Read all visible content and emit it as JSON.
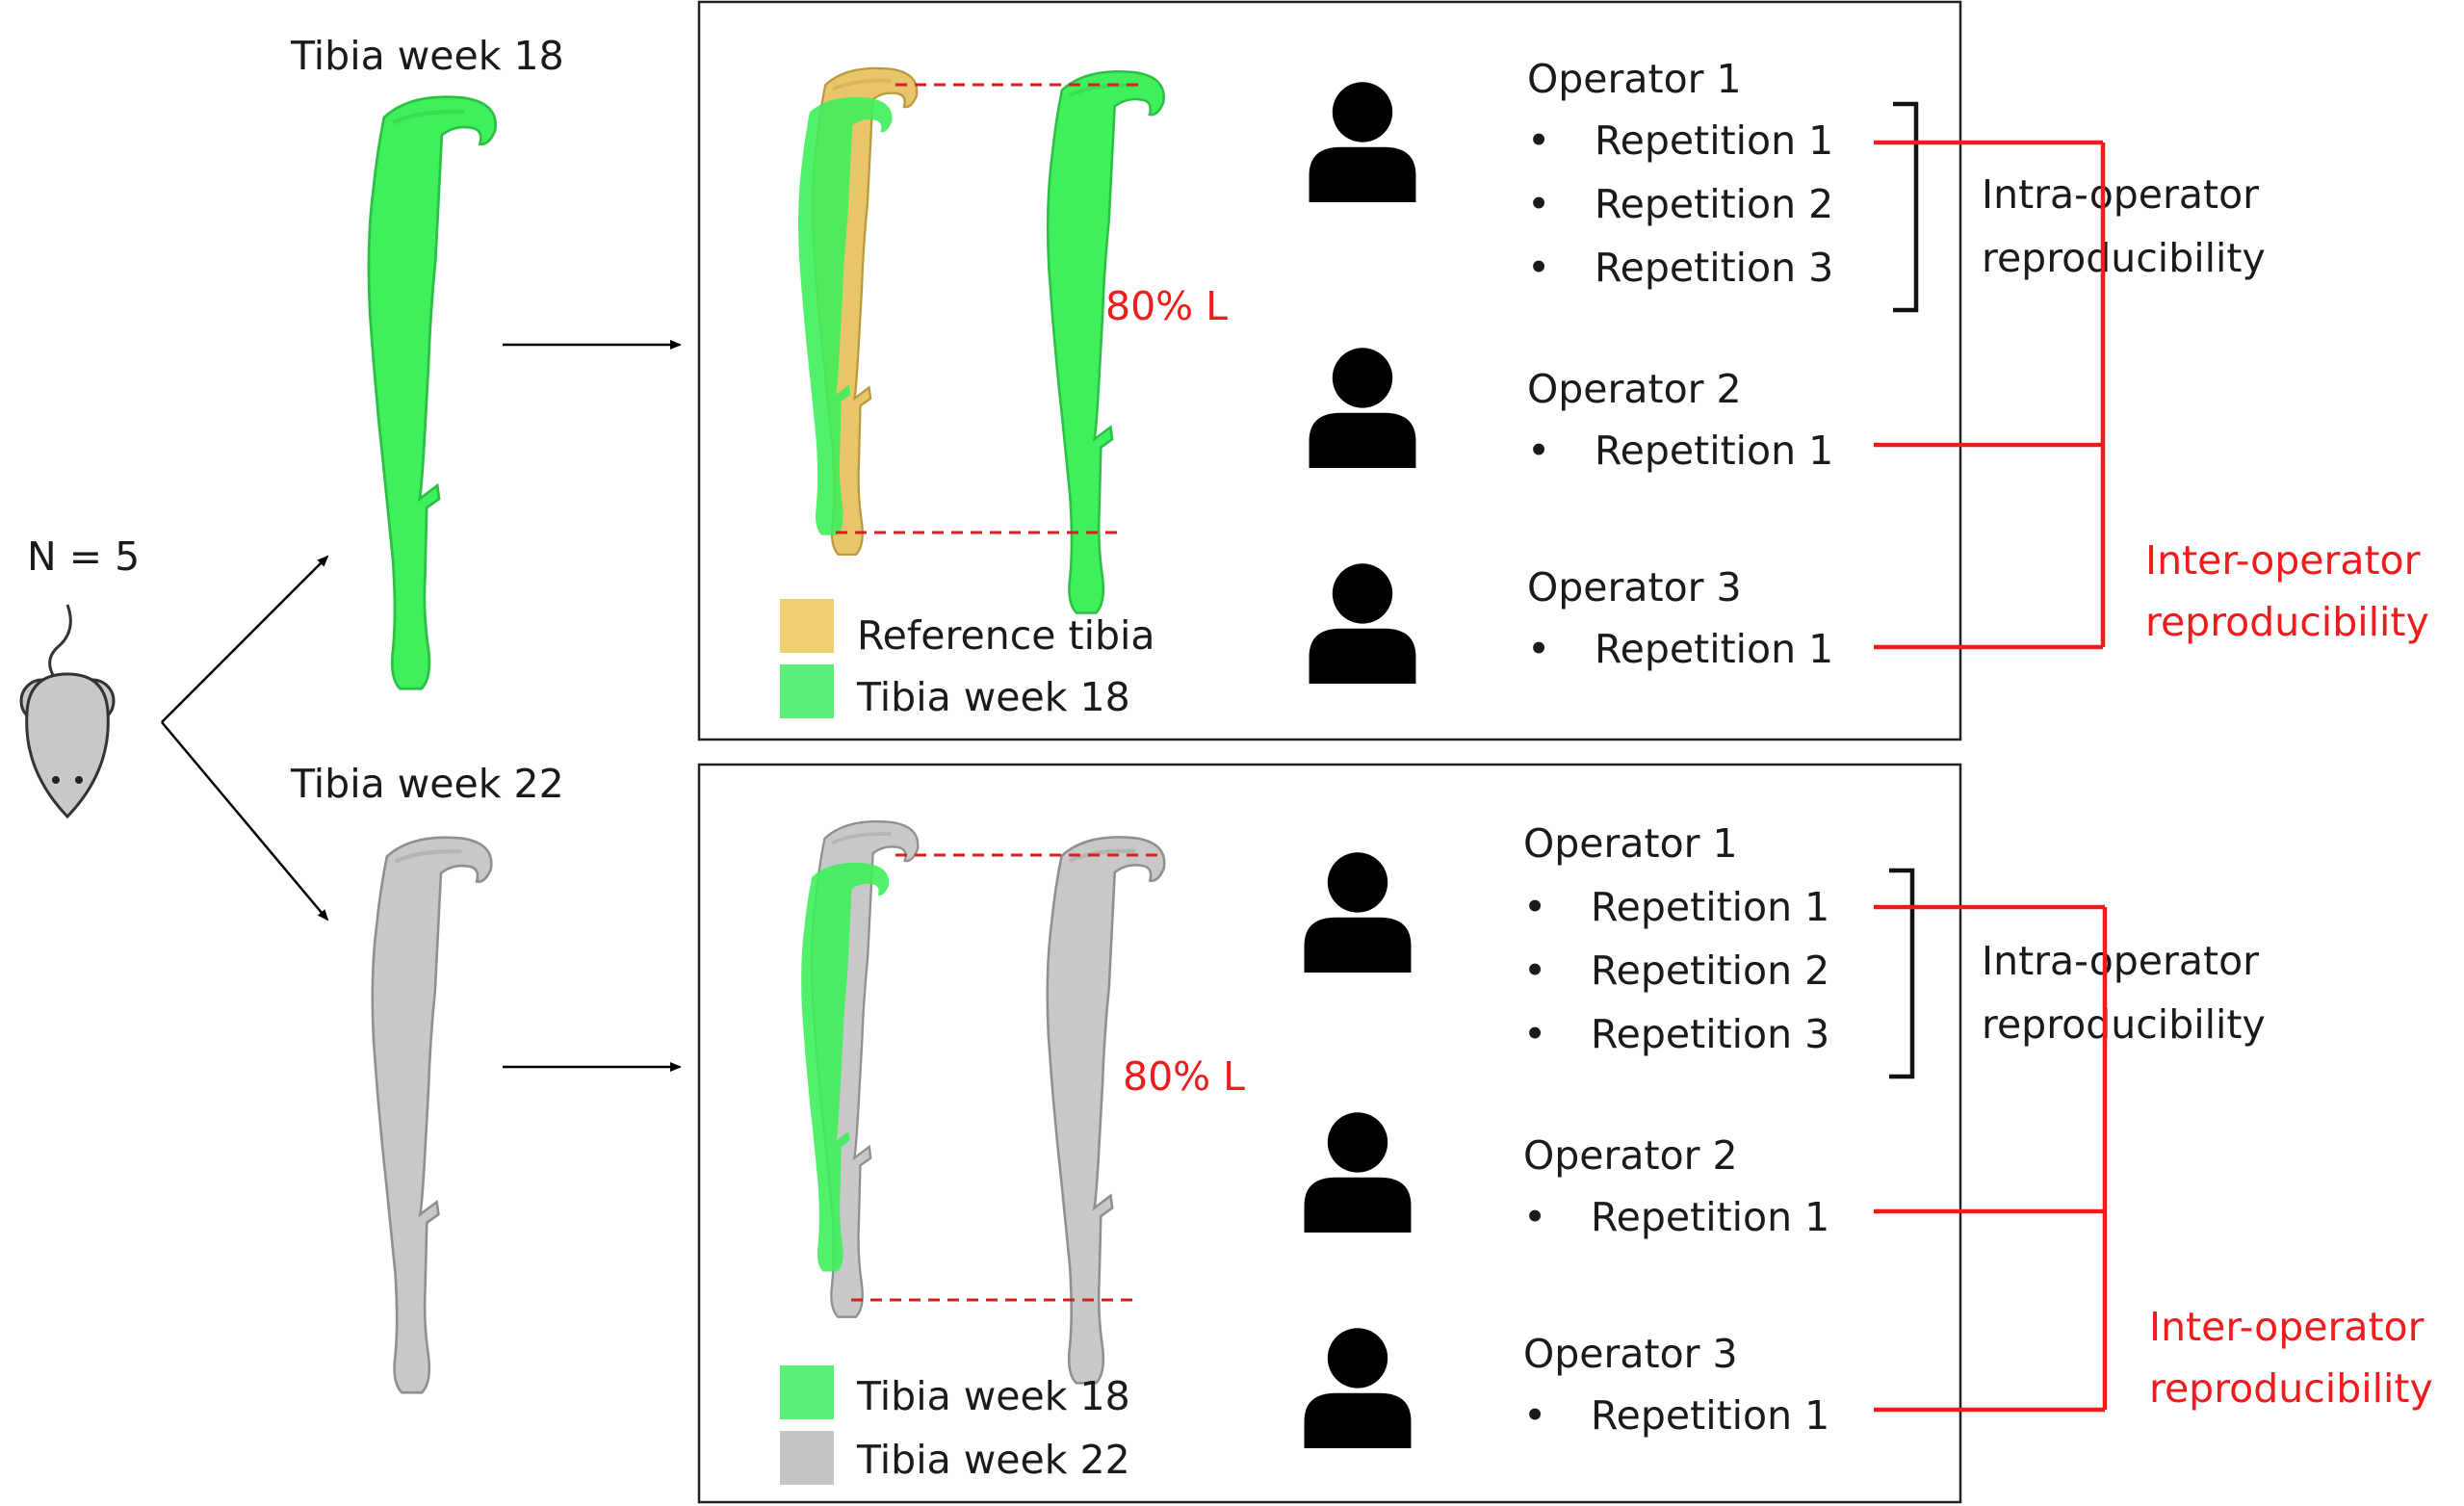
{
  "left": {
    "sample_size": "N = 5",
    "tibia_top_title": "Tibia week 18",
    "tibia_bottom_title": "Tibia week 22"
  },
  "panels": [
    {
      "length_label": "80% L",
      "legend": [
        {
          "label": "Reference tibia",
          "color": "#f0cf70"
        },
        {
          "label": "Tibia week 18",
          "color": "#5cf07a"
        }
      ],
      "operators": [
        {
          "name": "Operator 1",
          "repetitions": [
            "Repetition 1",
            "Repetition 2",
            "Repetition 3"
          ]
        },
        {
          "name": "Operator 2",
          "repetitions": [
            "Repetition 1"
          ]
        },
        {
          "name": "Operator 3",
          "repetitions": [
            "Repetition 1"
          ]
        }
      ],
      "intra_label": [
        "Intra-operator",
        "reproducibility"
      ],
      "inter_label": [
        "Inter-operator",
        "reproducibility"
      ]
    },
    {
      "length_label": "80% L",
      "legend": [
        {
          "label": "Tibia week 18",
          "color": "#5cf07a"
        },
        {
          "label": "Tibia week 22",
          "color": "#c4c4c4"
        }
      ],
      "operators": [
        {
          "name": "Operator 1",
          "repetitions": [
            "Repetition 1",
            "Repetition 2",
            "Repetition 3"
          ]
        },
        {
          "name": "Operator 2",
          "repetitions": [
            "Repetition 1"
          ]
        },
        {
          "name": "Operator 3",
          "repetitions": [
            "Repetition 1"
          ]
        }
      ],
      "intra_label": [
        "Intra-operator",
        "reproducibility"
      ],
      "inter_label": [
        "Inter-operator",
        "reproducibility"
      ]
    }
  ],
  "colors": {
    "tibia_green": "#3ff05c",
    "tibia_grey": "#c8c8c8",
    "reference_yellow": "#e8c46a",
    "accent_red": "#ee1c1c",
    "bracket_black": "#111111"
  },
  "icons": {
    "mouse": "mouse-icon",
    "person": "person-icon"
  }
}
